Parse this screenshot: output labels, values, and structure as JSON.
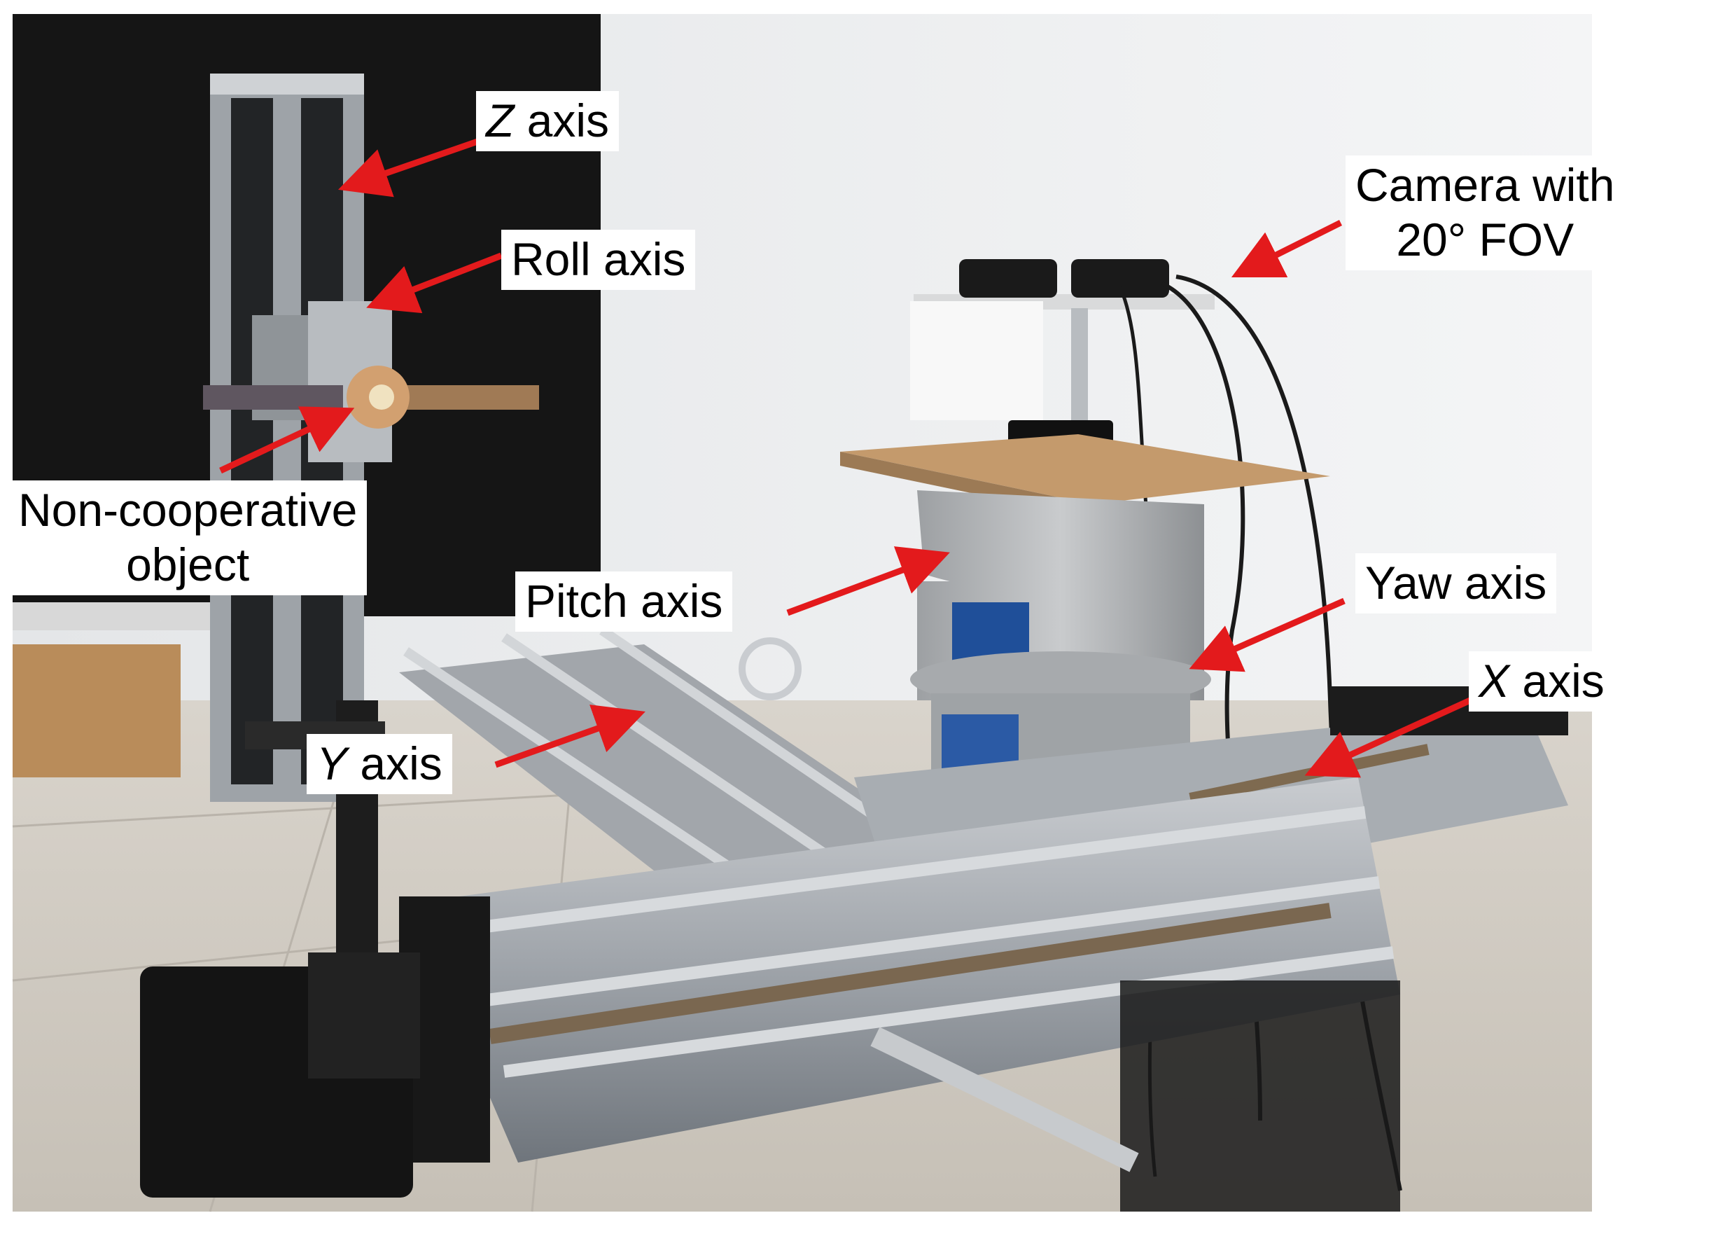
{
  "labels": {
    "z_axis": {
      "prefix": "Z",
      "suffix": " axis"
    },
    "roll_axis": "Roll axis",
    "camera": {
      "line1": "Camera with",
      "line2": "20° FOV"
    },
    "noncoop": {
      "line1": "Non-cooperative",
      "line2": "object"
    },
    "pitch_axis": "Pitch axis",
    "yaw_axis": "Yaw axis",
    "x_axis": {
      "prefix": "X",
      "suffix": " axis"
    },
    "y_axis": {
      "prefix": "Y",
      "suffix": " axis"
    }
  },
  "colors": {
    "arrow": "#e31a1c",
    "label_bg": "#ffffff",
    "label_text": "#000000"
  }
}
